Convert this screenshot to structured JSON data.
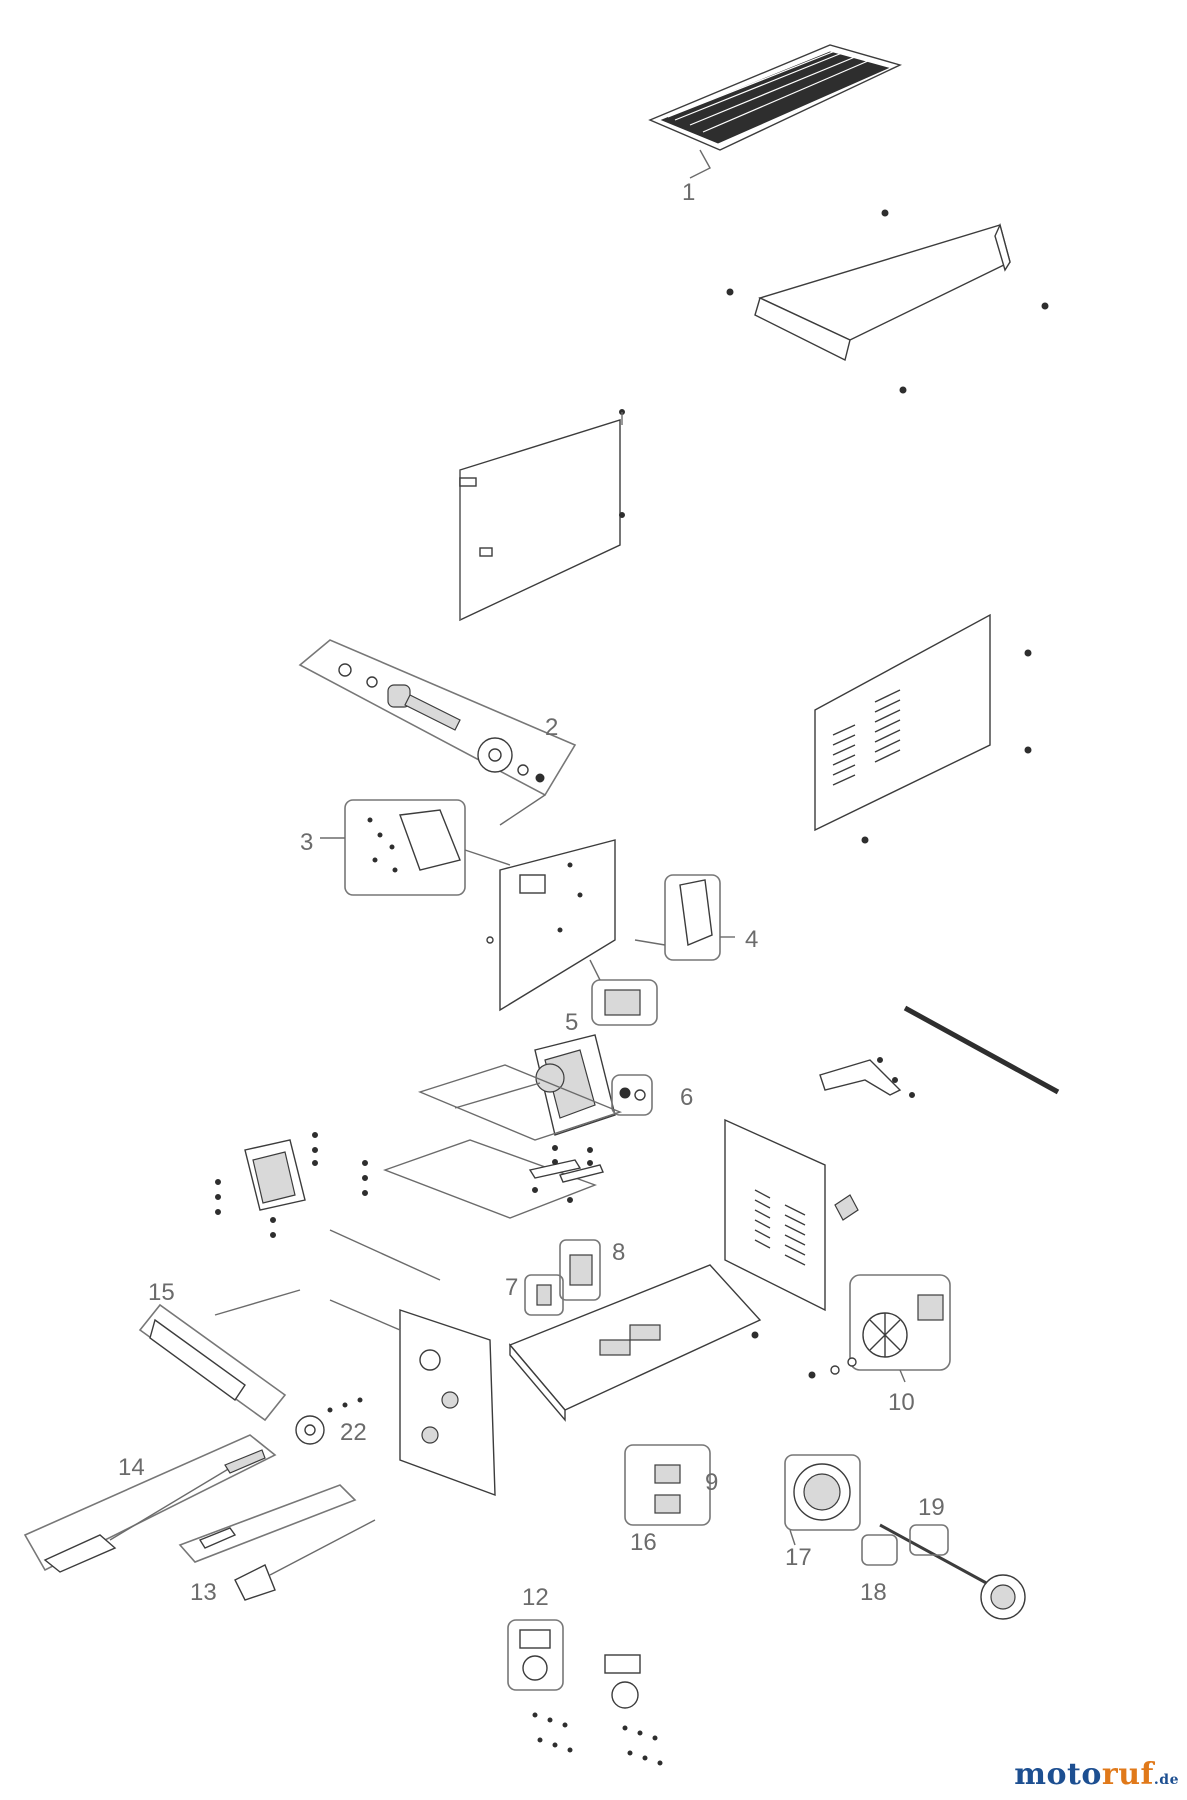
{
  "diagram": {
    "callouts": [
      "1",
      "2",
      "3",
      "4",
      "5",
      "6",
      "7",
      "8",
      "9",
      "10",
      "12",
      "13",
      "14",
      "15",
      "16",
      "17",
      "18",
      "19",
      "22"
    ]
  },
  "watermark": {
    "part1": "moto",
    "part2": "ruf",
    "part3": ".de"
  },
  "colors": {
    "line": "#6b6b6b",
    "watermark_blue": "#1d4f91",
    "watermark_orange": "#e0791a"
  }
}
